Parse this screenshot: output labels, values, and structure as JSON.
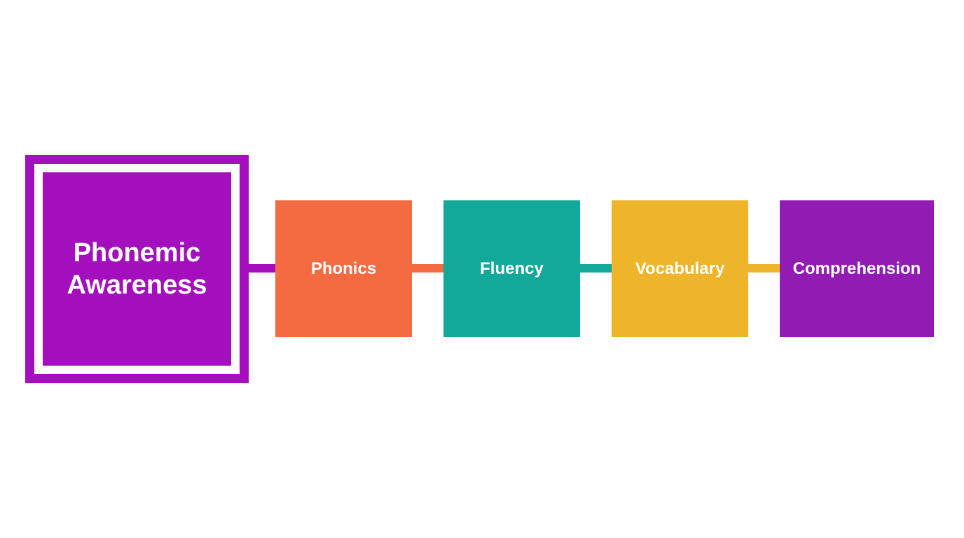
{
  "diagram": {
    "nodes": [
      {
        "id": "phonemic-awareness",
        "label_line1": "Phonemic",
        "label_line2": "Awareness",
        "color": "#a30fbd"
      },
      {
        "id": "phonics",
        "label": "Phonics",
        "color": "#f46b42"
      },
      {
        "id": "fluency",
        "label": "Fluency",
        "color": "#12a89a"
      },
      {
        "id": "vocabulary",
        "label": "Vocabulary",
        "color": "#efb52a"
      },
      {
        "id": "comprehension",
        "label": "Comprehension",
        "color": "#921cb3"
      }
    ],
    "connectors": [
      {
        "from": "phonemic-awareness",
        "to": "phonics",
        "color": "#a30fbd"
      },
      {
        "from": "phonics",
        "to": "fluency",
        "color": "#f46b42"
      },
      {
        "from": "fluency",
        "to": "vocabulary",
        "color": "#12a89a"
      },
      {
        "from": "vocabulary",
        "to": "comprehension",
        "color": "#efb52a"
      }
    ]
  }
}
